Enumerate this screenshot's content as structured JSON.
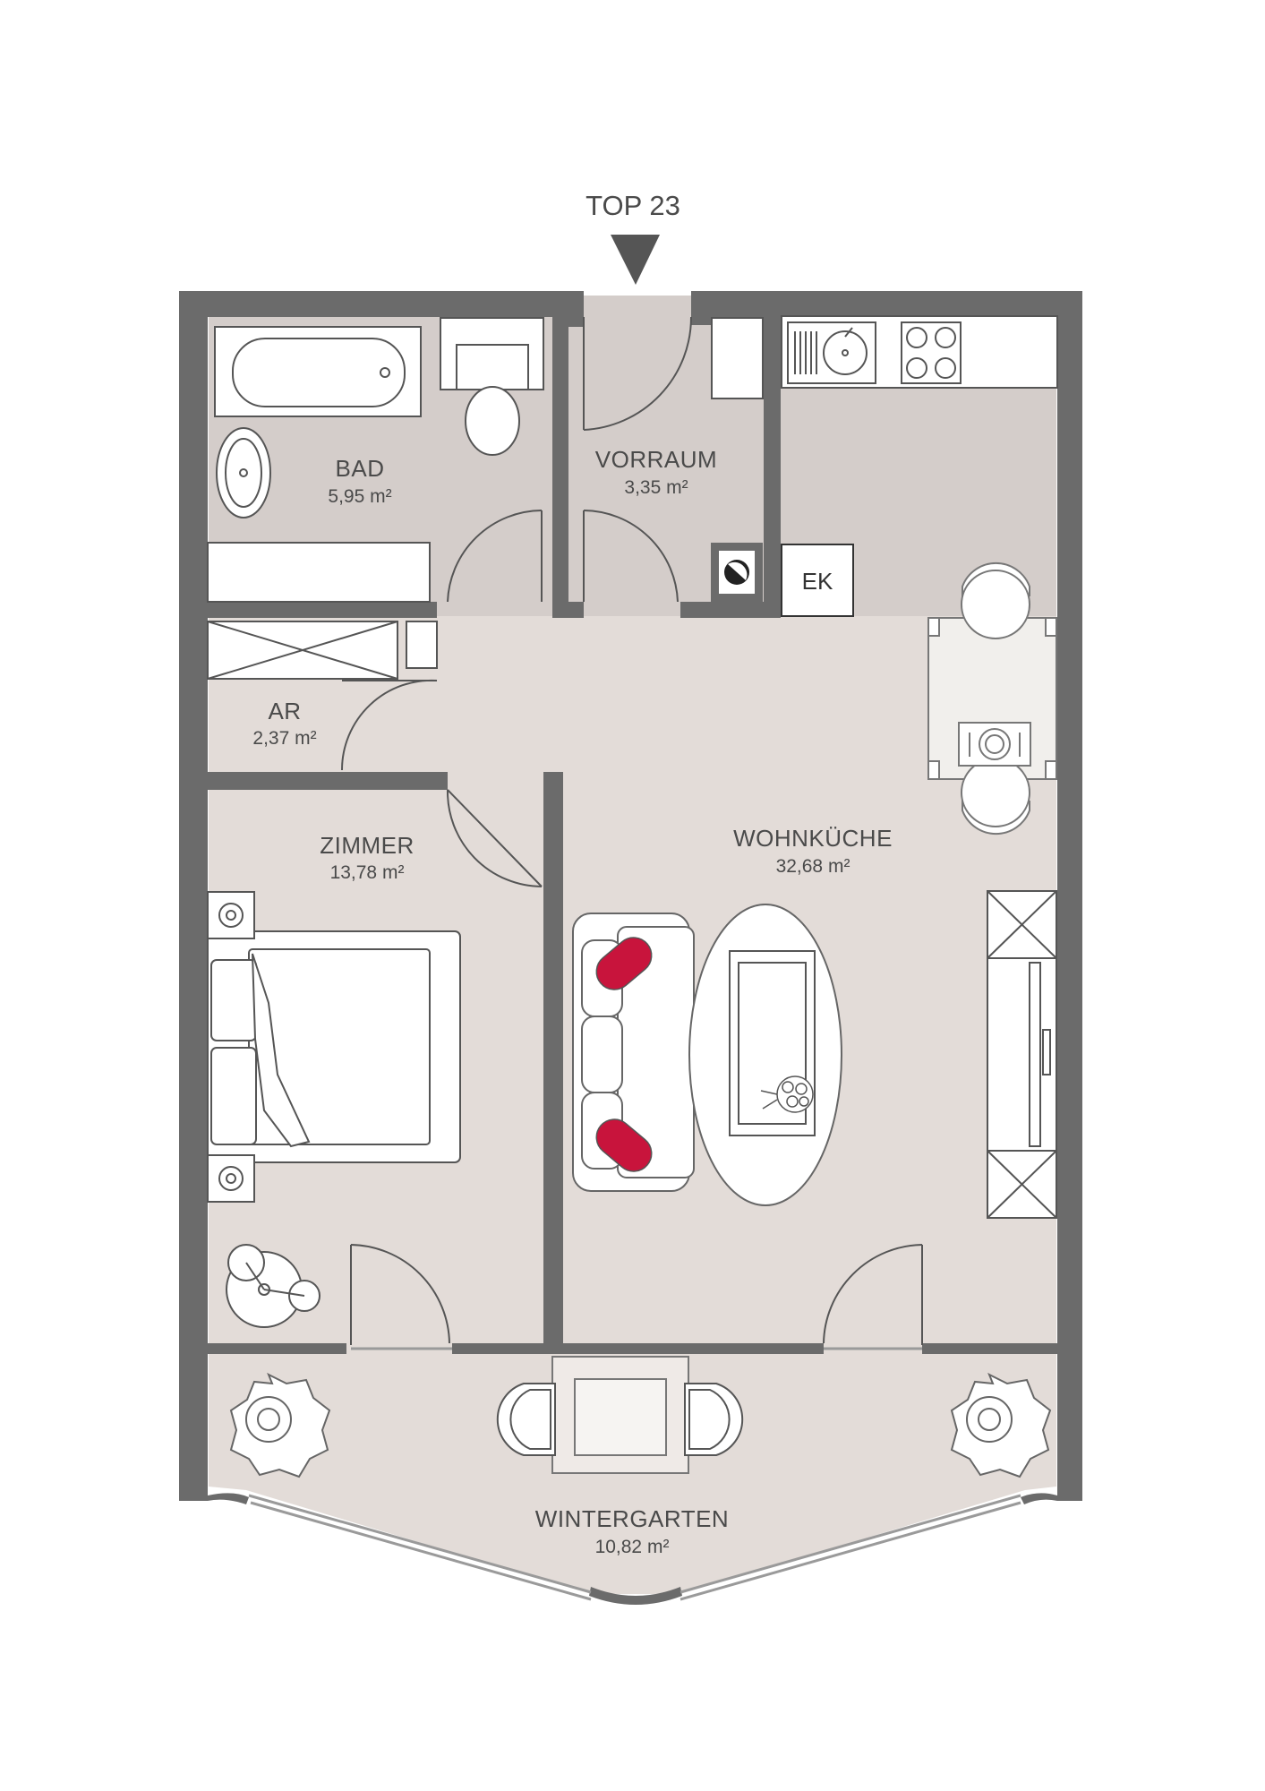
{
  "entrance": {
    "label": "TOP 23"
  },
  "rooms": {
    "bad": {
      "name": "BAD",
      "area": "5,95 m²"
    },
    "vorraum": {
      "name": "VORRAUM",
      "area": "3,35 m²"
    },
    "ar": {
      "name": "AR",
      "area": "2,37 m²"
    },
    "zimmer": {
      "name": "ZIMMER",
      "area": "13,78 m²"
    },
    "wohnkueche": {
      "name": "WOHNKÜCHE",
      "area": "32,68 m²"
    },
    "wintergarten": {
      "name": "WINTERGARTEN",
      "area": "10,82 m²"
    }
  },
  "fixtures": {
    "ek_label": "EK"
  },
  "colors": {
    "wall": "#6b6b6b",
    "floor_warm": "#e3dcd8",
    "floor_wet": "#d4cdca",
    "accent_cushion": "#c8143c",
    "line": "#555555"
  }
}
